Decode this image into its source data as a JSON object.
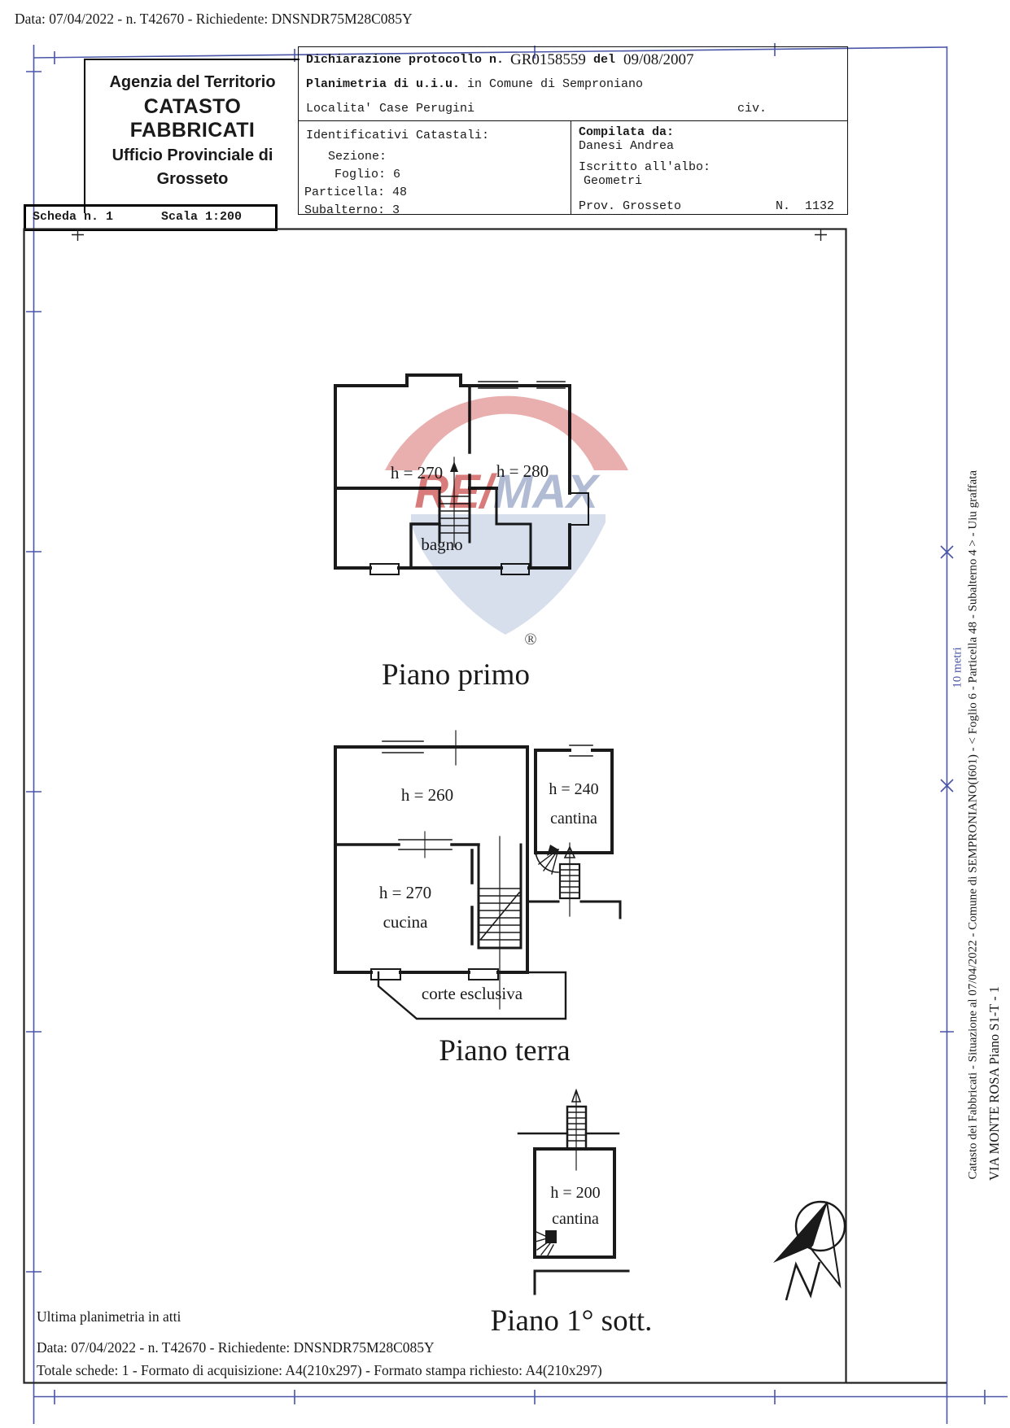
{
  "colors": {
    "registration_blue": "#4a55a8",
    "ink": "#1a1a1a",
    "watermark_dome_red": "#d76b6b",
    "watermark_letter_red": "#c94848",
    "watermark_letter_blue": "#93a3c4",
    "watermark_balloon_blue": "#bdc8e0"
  },
  "header": {
    "request_line": "Data: 07/04/2022 - n. T42670 - Richiedente: DNSNDR75M28C085Y"
  },
  "agency_box": {
    "line1": "Agenzia del Territorio",
    "line2": "CATASTO FABBRICATI",
    "line3": "Ufficio Provinciale di",
    "line4": "Grosseto"
  },
  "declaration": {
    "protocol_label": "Dichiarazione protocollo n.",
    "protocol_number": "GR0158559",
    "del_label": "del",
    "protocol_date": "09/08/2007",
    "planimetria_bold": "Planimetria di u.i.u.",
    "planimetria_rest": " in Comune di Semproniano",
    "localita": "Localita' Case Perugini",
    "civ": "civ."
  },
  "identifiers": {
    "title": "Identificativi Catastali:",
    "sezione": "Sezione:",
    "foglio": "Foglio: 6",
    "particella": "Particella: 48",
    "subalterno": "Subalterno: 3"
  },
  "compiler": {
    "compilata_da": "Compilata da:",
    "name": "Danesi Andrea",
    "albo_label": "Iscritto all'albo:",
    "albo": "Geometri",
    "prov": "Prov. Grosseto",
    "number": "N.  1132"
  },
  "scheda": {
    "scheda": "Scheda n. 1",
    "scala": "Scala 1:200"
  },
  "plans": {
    "first_floor": {
      "title": "Piano primo",
      "room_h270": "h = 270",
      "room_h280": "h = 280",
      "room_bagno": "bagno"
    },
    "ground_floor": {
      "title": "Piano terra",
      "room_h260": "h = 260",
      "room_h240": "h = 240",
      "room_cantina": "cantina",
      "room_h270": "h = 270",
      "room_cucina": "cucina",
      "court": "corte esclusiva"
    },
    "basement": {
      "title": "Piano 1° sott.",
      "room_h200": "h = 200",
      "room_cantina": "cantina"
    }
  },
  "watermark": {
    "re": "RE",
    "slash": "/",
    "max": "MAX",
    "registered": "®"
  },
  "scale_bar": {
    "label": "10 metri"
  },
  "margin_text": {
    "line_a": "Catasto dei Fabbricati - Situazione al 07/04/2022 - Comune di SEMPRONIANO(I601) - <  Foglio 6 - Particella  48 - Subalterno 4 > - Uiu graffata",
    "line_b": "VIA MONTE ROSA Piano S1-T - 1"
  },
  "footer": {
    "ultima": "Ultima planimetria in atti",
    "request_line": "Data: 07/04/2022 - n. T42670 - Richiedente: DNSNDR75M28C085Y",
    "totale": "Totale schede: 1 - Formato di acquisizione: A4(210x297)  - Formato stampa richiesto: A4(210x297)"
  }
}
